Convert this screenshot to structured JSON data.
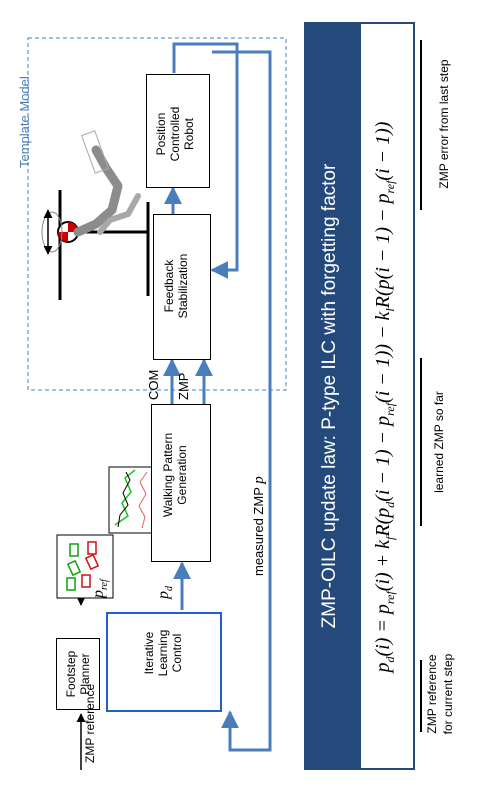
{
  "diagram": {
    "blocks": {
      "footstep_planner": "Footstep\nPlanner",
      "ilc": "Iterative\nLearning\nControl",
      "walking_pattern": "Walking Pattern\nGeneration",
      "feedback": "Feedback\nStabilization",
      "position_robot": "Position\nControlled\nRobot"
    },
    "labels": {
      "zmp_reference": "ZMP reference",
      "p_ref": "p",
      "p_ref_sub": "ref",
      "p_d": "p",
      "p_d_sub": "d",
      "com": "COM",
      "zmp": "ZMP",
      "measured_zmp": "measured ZMP",
      "measured_zmp_symbol": "p",
      "template_model": "Template Model"
    },
    "colors": {
      "arrow_blue": "#4a7ebb",
      "ilc_border": "#1f5fd1",
      "panel_title_bg": "#234a7a",
      "template_border": "#4a7ebb"
    }
  },
  "law_panel": {
    "title": "ZMP-OILC update law: P-type ILC with forgetting factor",
    "equation_parts": {
      "lhs": "p",
      "lhs_sub": "d",
      "lhs_arg": "(i) = ",
      "t1": "p",
      "t1_sub": "ref",
      "t1_arg": "(i) + k",
      "kf_sub": "f",
      "t2": "R(p",
      "t2_sub": "d",
      "t2_arg": "(i − 1) − p",
      "t3_sub": "ref",
      "t3_arg": "(i − 1)) − k",
      "kl_sub": "l",
      "t4": "R(p(i − 1) − p",
      "t4_sub": "ref",
      "t4_arg": "(i − 1))"
    },
    "annotations": {
      "current_ref": "ZMP reference\nfor current step",
      "learned": "learned ZMP so far",
      "error": "ZMP error from last step"
    }
  }
}
